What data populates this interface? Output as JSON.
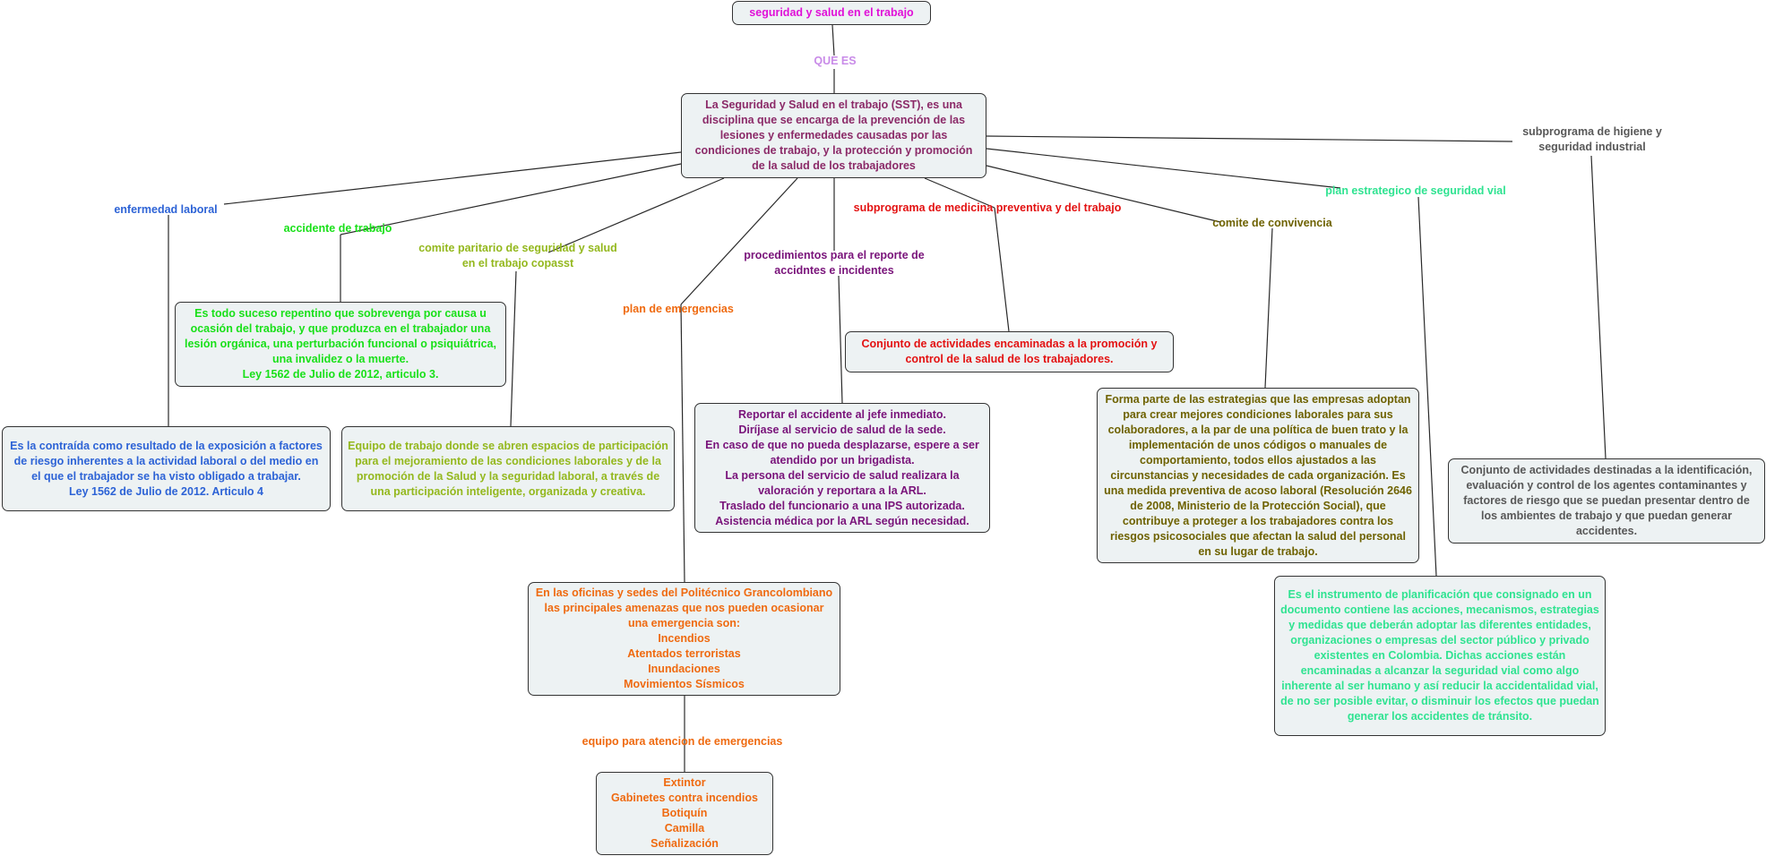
{
  "colors": {
    "magenta": "#e010d8",
    "lilac": "#c98be8",
    "plum": "#8b2a68",
    "blue": "#2d63d6",
    "green": "#19e019",
    "olive_green": "#94b81e",
    "orange": "#ef6a10",
    "purple": "#79137a",
    "red": "#e31212",
    "olive": "#6e6200",
    "teal": "#2fe391",
    "gray": "#585858"
  },
  "map": {
    "root": "seguridad y salud en el trabajo",
    "que_es": "QUE ES",
    "definition": "La Seguridad y Salud en el trabajo (SST), es una disciplina que se encarga de la prevención de las lesiones y enfermedades causadas por las condiciones de trabajo, y la protección y promoción de la salud de los trabajadores",
    "enfermedad_label": "enfermedad laboral",
    "enfermedad_text": "Es la contraída como resultado de la exposición a factores de riesgo inherentes a la actividad laboral o del medio en el que el trabajador se ha visto obligado a trabajar.\nLey 1562 de Julio de 2012. Articulo 4",
    "accidente_label": "accidente de trabajo",
    "accidente_text": "Es todo suceso repentino que sobrevenga por causa u ocasión del trabajo, y que produzca en el trabajador una lesión orgánica, una perturbación funcional o psiquiátrica, una invalidez o la muerte.\nLey 1562 de Julio de 2012, articulo 3.",
    "comite_paritario_label": "comite paritario de seguridad y salud en el trabajo copasst",
    "comite_paritario_text": "Equipo de trabajo donde se abren espacios de participación para el mejoramiento de las condiciones laborales y de la promoción de la Salud y la seguridad laboral, a través de una participación inteligente, organizada y creativa.",
    "plan_emergencias_label": "plan de emergencias",
    "plan_emergencias_text": "En las oficinas y sedes del Politécnico Grancolombiano las principales amenazas que nos pueden ocasionar una emergencia son:\nIncendios\nAtentados terroristas\nInundaciones\nMovimientos Sísmicos",
    "equipo_label": "equipo para atencion de emergencias",
    "equipo_text": "Extintor\nGabinetes contra incendios\nBotiquín\nCamilla\nSeñalización",
    "procedimientos_label": "procedimientos para el reporte de accidntes e incidentes",
    "procedimientos_text": "Reportar el accidente al jefe inmediato.\nDiríjase al servicio de salud de la sede.\nEn caso de que no pueda desplazarse, espere a ser atendido por un brigadista.\nLa persona del servicio de salud realizara la valoración y reportara a la ARL.\nTraslado del funcionario a una IPS autorizada.\nAsistencia médica por la ARL según necesidad.",
    "medicina_label": "subprograma de medicina preventiva y del trabajo",
    "medicina_text": "Conjunto de actividades encaminadas a la promoción y control de la salud de los trabajadores.",
    "convivencia_label": "comite de convivencia",
    "convivencia_text": "Forma parte de las estrategias que las empresas adoptan para crear mejores condiciones laborales para sus colaboradores, a la par de una política de buen trato y la implementación de unos códigos o manuales de comportamiento, todos ellos ajustados a las circunstancias y necesidades de cada organización. Es una medida preventiva de acoso laboral (Resolución 2646 de 2008, Ministerio de la Protección Social), que contribuye a proteger a los trabajadores contra los riesgos psicosociales que afectan la salud del personal en su lugar de trabajo.",
    "vial_label": "plan estrategico de seguridad vial",
    "vial_text": "Es el instrumento de planificación que consignado en un documento contiene las acciones, mecanismos, estrategias y medidas que deberán adoptar las diferentes entidades, organizaciones o empresas del sector público y privado existentes en Colombia. Dichas acciones están encaminadas a alcanzar la seguridad vial como algo inherente al ser humano y así reducir la accidentalidad vial, de no ser posible evitar, o disminuir los efectos que puedan generar los accidentes de tránsito.",
    "higiene_label": "subprograma de higiene y seguridad industrial",
    "higiene_text": "Conjunto de actividades destinadas a la identificación, evaluación y control de los agentes contaminantes y factores de riesgo que se puedan presentar dentro de los ambientes de trabajo y que puedan generar accidentes."
  }
}
